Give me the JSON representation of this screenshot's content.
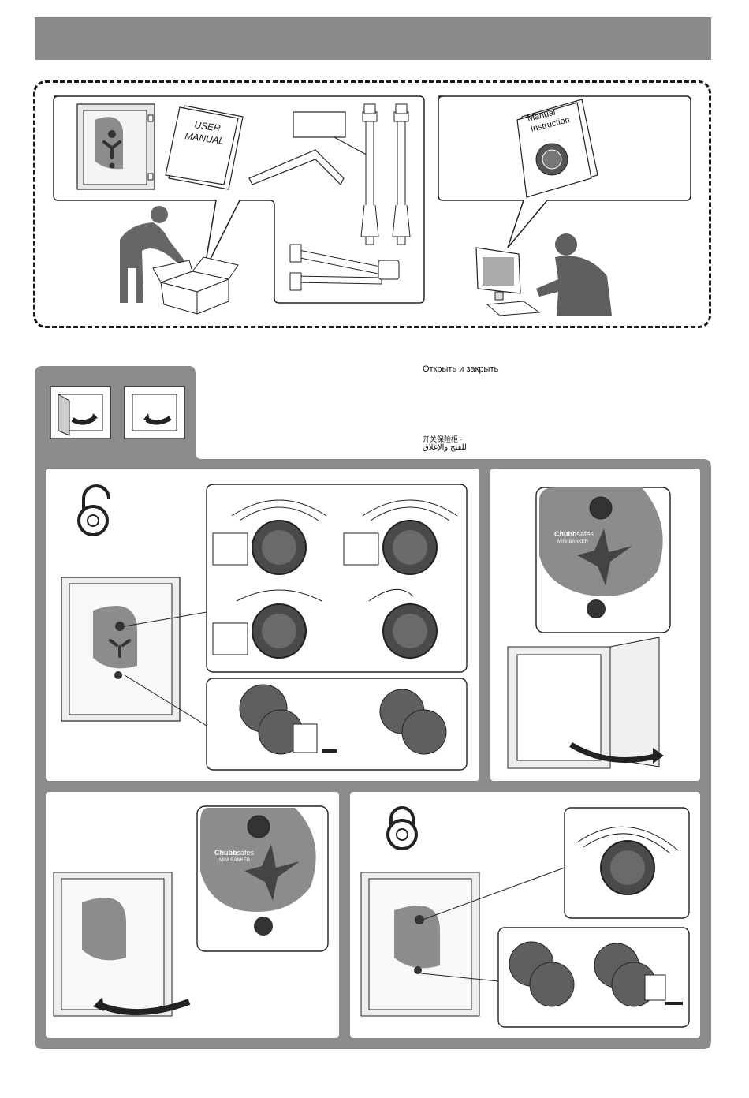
{
  "page": {
    "top_bar_color": "#8a8a8a",
    "panel_gray": "#8c8c8c",
    "dark_fill": "#5f5f5f"
  },
  "unpacking": {
    "manual_cover": {
      "line1": "USER",
      "line2": "MANUAL"
    },
    "online_manual": {
      "line1": "Manual",
      "line2": "Instruction"
    }
  },
  "open_close": {
    "languages": {
      "russian": "Открыть и закрыть",
      "chinese": "开关保险柜 ·",
      "arabic": "للفتح والإغلاق"
    }
  },
  "brand": {
    "logo_bold": "Chubb",
    "logo_light": "safes",
    "model": "MINI BANKER"
  },
  "icons": [
    "box-icon",
    "padlock-open-icon",
    "padlock-closed-icon",
    "dial-icon",
    "key-icon",
    "arrow-icon"
  ]
}
